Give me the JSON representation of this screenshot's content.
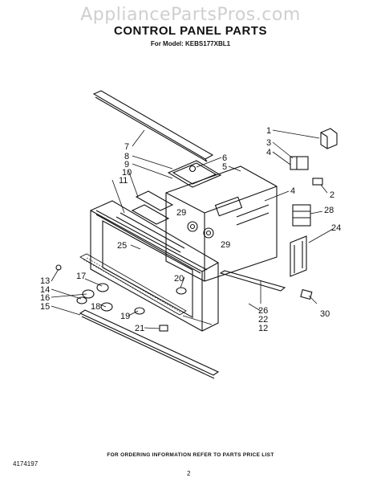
{
  "watermark": "AppliancePartsPros.com",
  "title": "CONTROL PANEL PARTS",
  "model": "For Model: KEBS177XBL1",
  "ordering_note": "FOR ORDERING INFORMATION REFER TO PARTS PRICE LIST",
  "document_number": "4174197",
  "page_number": "2",
  "callouts": [
    "1",
    "2",
    "3",
    "4",
    "4",
    "5",
    "6",
    "7",
    "8",
    "9",
    "10",
    "11",
    "12",
    "13",
    "14",
    "15",
    "16",
    "17",
    "18",
    "19",
    "20",
    "21",
    "22",
    "24",
    "25",
    "26",
    "28",
    "29",
    "29",
    "30"
  ]
}
